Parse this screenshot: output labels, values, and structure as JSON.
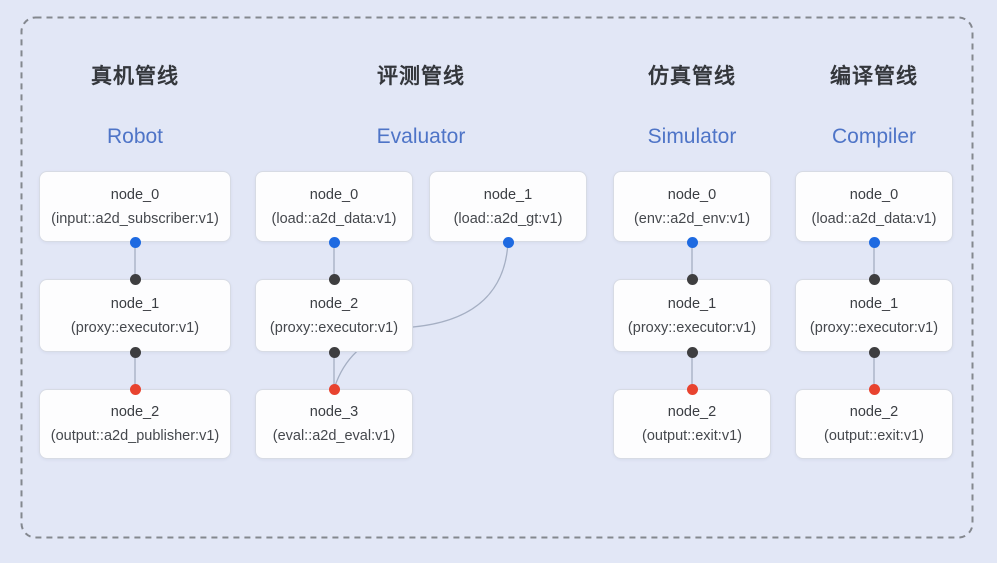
{
  "colors": {
    "background": "#e2e7f6",
    "dashed_border": "#84888f",
    "box_fill": "#fdfdfe",
    "box_border": "#d7dbe4",
    "title_text": "#34373c",
    "subtitle_text": "#4e74c7",
    "node_text": "#3b3e43",
    "edge_line": "#a5afc3",
    "port_blue": "#1e6ae1",
    "port_dark": "#3e3e40",
    "port_red": "#e8432f"
  },
  "pipelines": [
    {
      "id": "robot",
      "title_zh": "真机管线",
      "title_en": "Robot",
      "nodes": [
        {
          "name": "node_0",
          "type": "(input::a2d_subscriber:v1)"
        },
        {
          "name": "node_1",
          "type": "(proxy::executor:v1)"
        },
        {
          "name": "node_2",
          "type": "(output::a2d_publisher:v1)"
        }
      ]
    },
    {
      "id": "evaluator",
      "title_zh": "评测管线",
      "title_en": "Evaluator",
      "nodes": [
        {
          "name": "node_0",
          "type": "(load::a2d_data:v1)"
        },
        {
          "name": "node_1",
          "type": "(load::a2d_gt:v1)"
        },
        {
          "name": "node_2",
          "type": "(proxy::executor:v1)"
        },
        {
          "name": "node_3",
          "type": "(eval::a2d_eval:v1)"
        }
      ]
    },
    {
      "id": "simulator",
      "title_zh": "仿真管线",
      "title_en": "Simulator",
      "nodes": [
        {
          "name": "node_0",
          "type": "(env::a2d_env:v1)"
        },
        {
          "name": "node_1",
          "type": "(proxy::executor:v1)"
        },
        {
          "name": "node_2",
          "type": "(output::exit:v1)"
        }
      ]
    },
    {
      "id": "compiler",
      "title_zh": "编译管线",
      "title_en": "Compiler",
      "nodes": [
        {
          "name": "node_0",
          "type": "(load::a2d_data:v1)"
        },
        {
          "name": "node_1",
          "type": "(proxy::executor:v1)"
        },
        {
          "name": "node_2",
          "type": "(output::exit:v1)"
        }
      ]
    }
  ]
}
